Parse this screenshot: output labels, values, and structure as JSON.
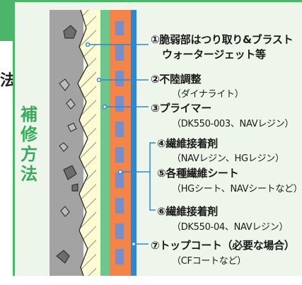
{
  "side_title": "補修方法",
  "side_title_chars": [
    "補",
    "修",
    "方",
    "法"
  ],
  "left_edge_glyph": "法",
  "layers": [
    {
      "title": "①脆弱部はつり取り&ブラスト",
      "title2": "ウォータージェット等",
      "sub": ""
    },
    {
      "title": "②不陸調整",
      "sub": "（ダイナライト）"
    },
    {
      "title": "③プライマー",
      "sub": "（DK550-003、NAVレジン）"
    },
    {
      "title": "④繊維接着剤",
      "sub": "（NAVレジン、HGレジン）"
    },
    {
      "title": "⑤各種繊維シート",
      "sub": "（HGシート、NAVシートなど）"
    },
    {
      "title": "⑥繊維接着剤",
      "sub": "（DK550-04、NAVレジン）"
    },
    {
      "title": "⑦トップコート（必要な場合）",
      "sub": "（CFコートなど）"
    }
  ],
  "colors": {
    "frame_green": "#4db56a",
    "panel_bg": "#eef6ec",
    "title_green": "#3aaa5c",
    "concrete": "#a3a3a3",
    "putty": "#fdfbd4",
    "primer": "#6fc58c",
    "adhesive_orange": "#f3854a",
    "sheet_blue": "#7b8dc6",
    "topcoat_blue": "#2f87cf",
    "label_line": "#2f87cf"
  }
}
